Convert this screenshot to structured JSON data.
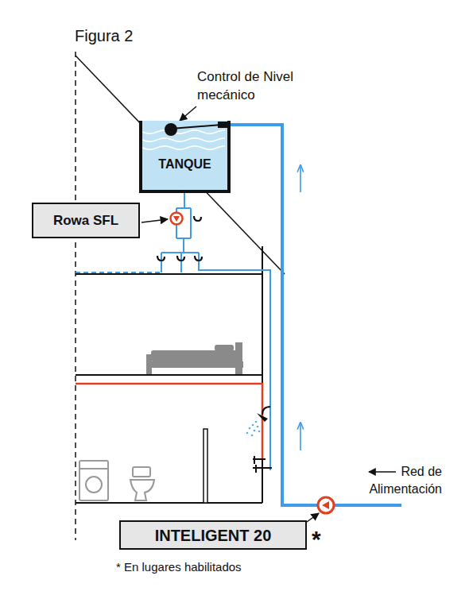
{
  "diagram": {
    "title": "Figura 2",
    "nodes": [
      {
        "text": [
          "TANQUE"
        ]
      },
      {
        "text": [
          "Rowa SFL"
        ]
      },
      {
        "text": [
          "INTELIGENT 20"
        ]
      }
    ],
    "labels": [
      "Control de Nivel mecánico",
      "Red de Alimentación",
      "*",
      "* En lugares habilitados"
    ]
  }
}
